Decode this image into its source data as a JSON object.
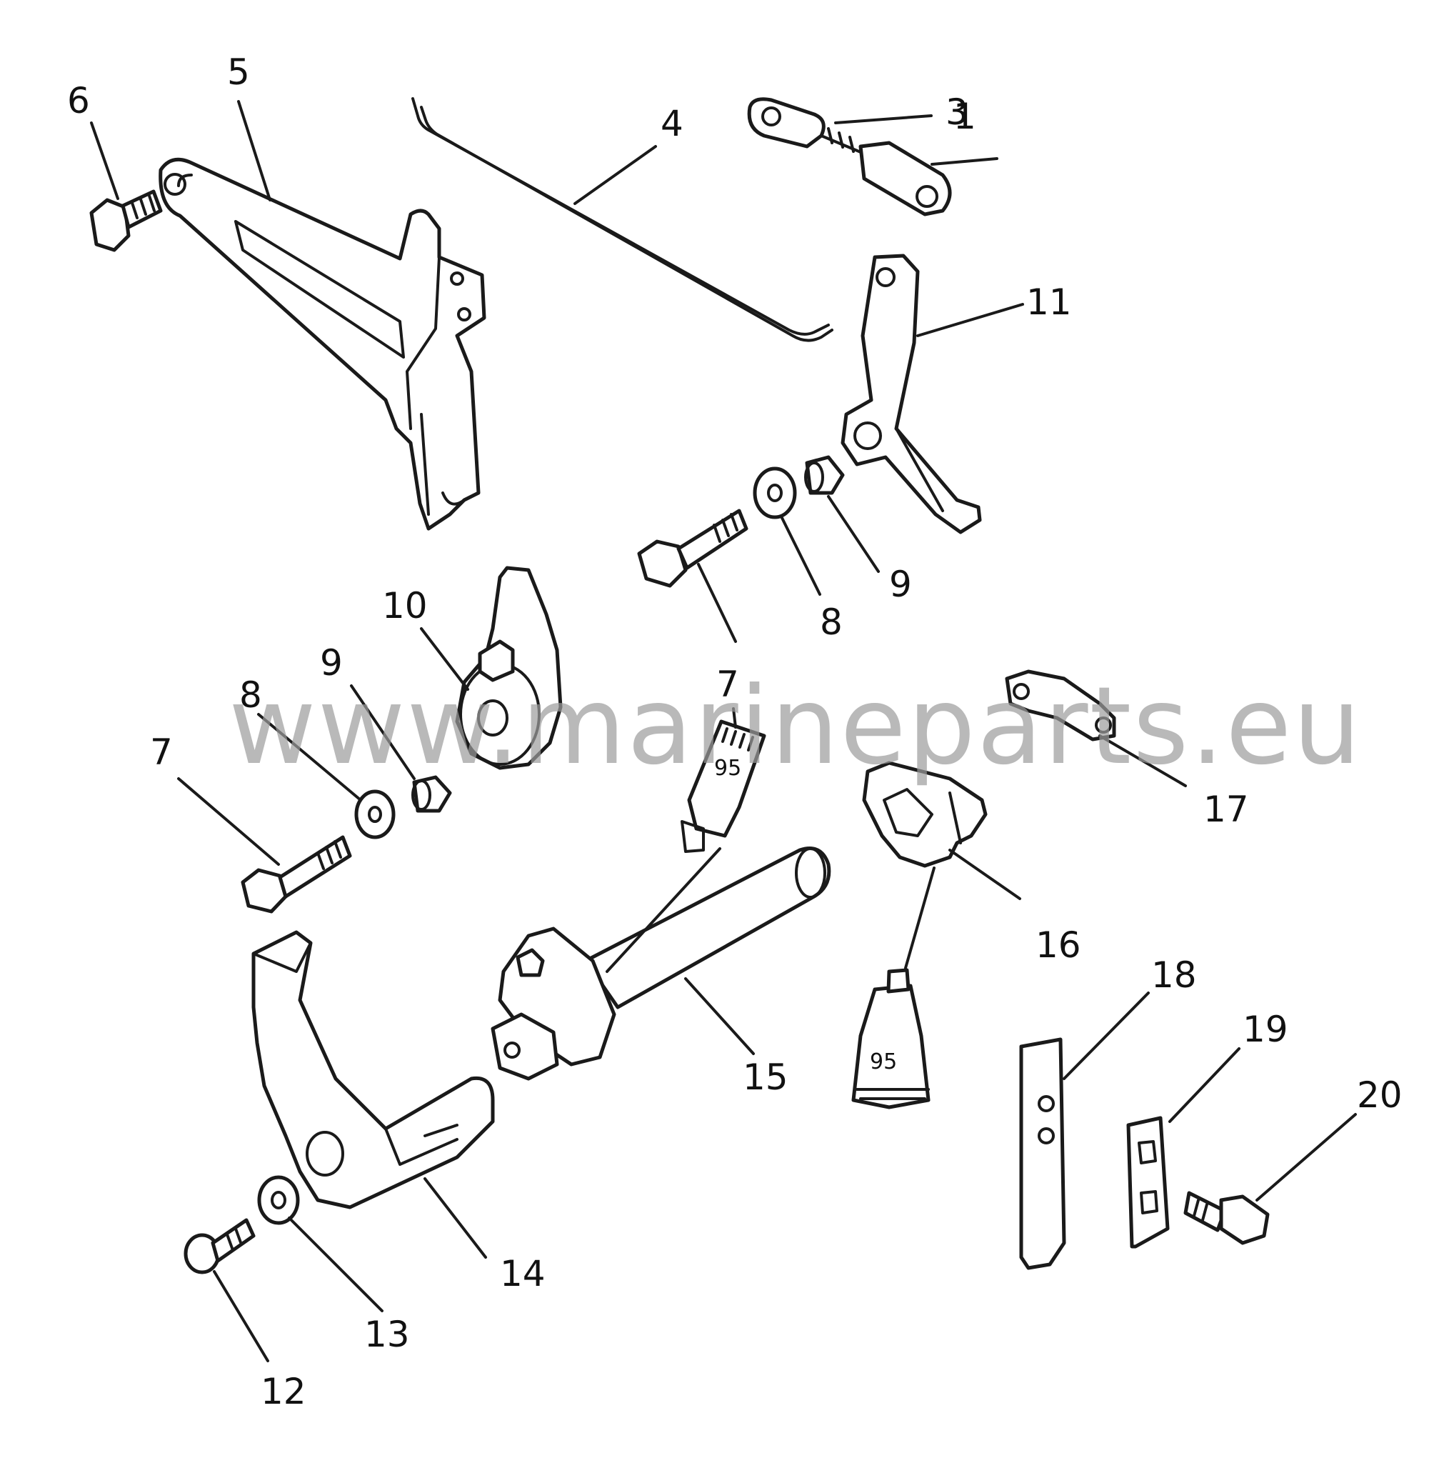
{
  "watermark": "www.marineparts.eu",
  "sealant_tube_label": "95",
  "callouts": {
    "c1": "1",
    "c3": "3",
    "c4": "4",
    "c5": "5",
    "c6": "6",
    "c7a": "7",
    "c7b": "7",
    "c8a": "8",
    "c8b": "8",
    "c9a": "9",
    "c9b": "9",
    "c10": "10",
    "c11": "11",
    "c12": "12",
    "c13": "13",
    "c14": "14",
    "c15": "15",
    "c16": "16",
    "c17": "17",
    "c18": "18",
    "c19": "19",
    "c20": "20"
  }
}
